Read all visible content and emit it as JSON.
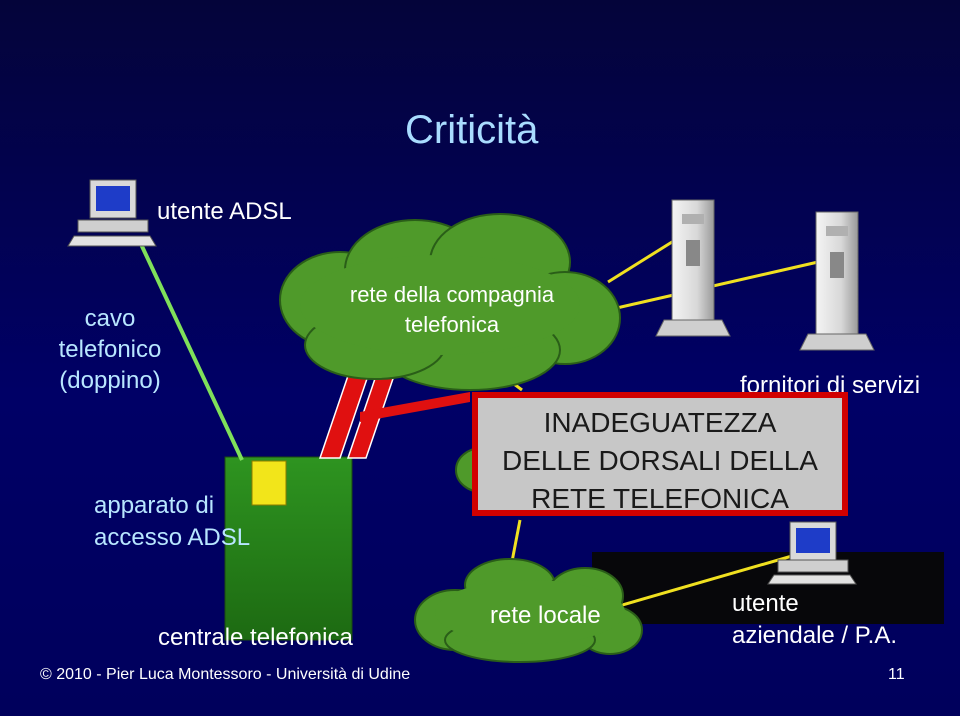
{
  "slide": {
    "title": "Criticità",
    "labels": {
      "utente_adsl": "utente ADSL",
      "cavo_line1": "cavo",
      "cavo_line2": "telefonico",
      "cavo_line3": "(doppino)",
      "apparato_line1": "apparato di",
      "apparato_line2": "accesso ADSL",
      "centrale": "centrale telefonica",
      "rete_compagnia_line1": "rete della compagnia",
      "rete_compagnia_line2": "telefonica",
      "rete_locale": "rete locale",
      "fornitori": "fornitori di servizi",
      "utente_aziendale_line1": "utente",
      "utente_aziendale_line2": "aziendale / P.A."
    },
    "callout": {
      "line1": "INADEGUATEZZA",
      "line2": "DELLE DORSALI DELLA",
      "line3": "RETE TELEFONICA"
    },
    "footer": "© 2010 - Pier Luca Montessoro - Università di Udine",
    "page_number": "11"
  },
  "colors": {
    "background": "#000066",
    "cloud": "#4f9a2a",
    "central_office": "#2b8a1a",
    "access_device": "#f2e51a",
    "cable": "#7fe05a",
    "backbone": "#e01010",
    "callout_border": "#d20000",
    "callout_fill": "#c7c7c7"
  }
}
